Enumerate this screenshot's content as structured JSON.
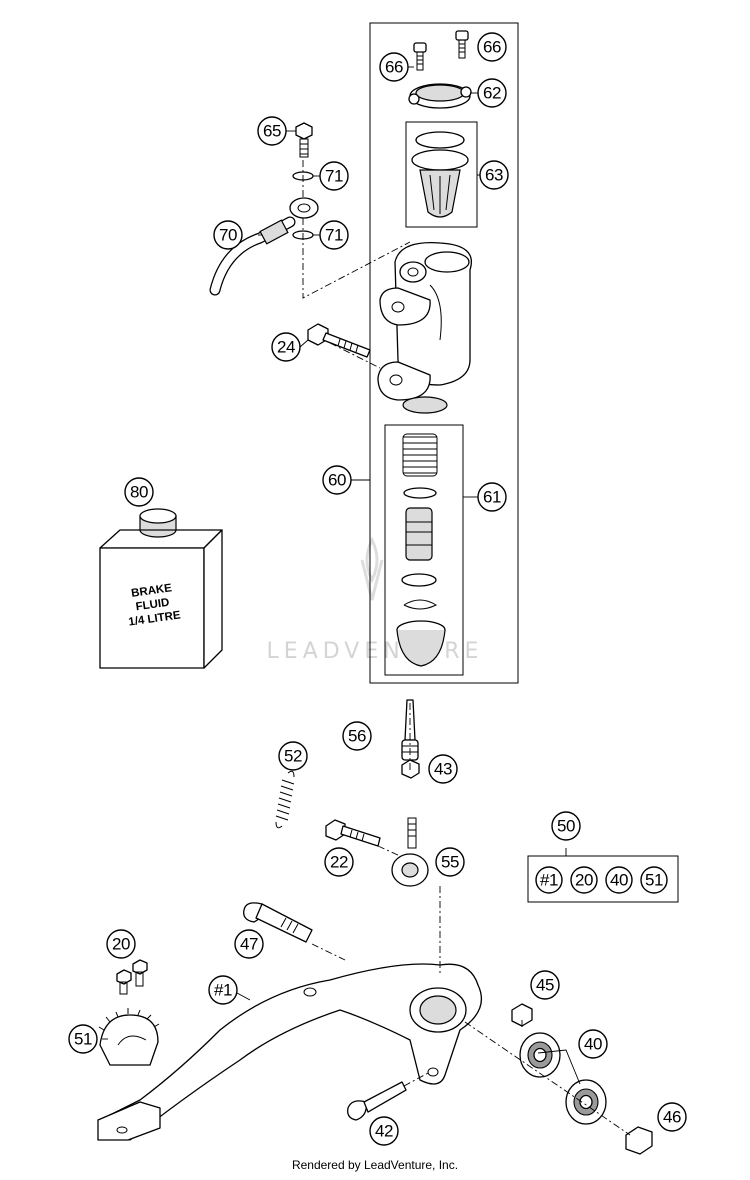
{
  "diagram": {
    "callouts": [
      {
        "id": "c66a",
        "label": "66"
      },
      {
        "id": "c66b",
        "label": "66"
      },
      {
        "id": "c62",
        "label": "62"
      },
      {
        "id": "c65",
        "label": "65"
      },
      {
        "id": "c71a",
        "label": "71"
      },
      {
        "id": "c63",
        "label": "63"
      },
      {
        "id": "c70",
        "label": "70"
      },
      {
        "id": "c71b",
        "label": "71"
      },
      {
        "id": "c24",
        "label": "24"
      },
      {
        "id": "c80",
        "label": "80"
      },
      {
        "id": "c60",
        "label": "60"
      },
      {
        "id": "c61",
        "label": "61"
      },
      {
        "id": "c56",
        "label": "56"
      },
      {
        "id": "c52",
        "label": "52"
      },
      {
        "id": "c43",
        "label": "43"
      },
      {
        "id": "c50",
        "label": "50"
      },
      {
        "id": "c22",
        "label": "22"
      },
      {
        "id": "c55",
        "label": "55"
      },
      {
        "id": "c47",
        "label": "47"
      },
      {
        "id": "c20",
        "label": "20"
      },
      {
        "id": "c1",
        "label": "#1"
      },
      {
        "id": "c45",
        "label": "45"
      },
      {
        "id": "c51",
        "label": "51"
      },
      {
        "id": "c40",
        "label": "40"
      },
      {
        "id": "c42",
        "label": "42"
      },
      {
        "id": "c46",
        "label": "46"
      }
    ],
    "kit_callouts": [
      {
        "id": "k1",
        "label": "#1"
      },
      {
        "id": "k20",
        "label": "20"
      },
      {
        "id": "k40",
        "label": "40"
      },
      {
        "id": "k51",
        "label": "51"
      }
    ],
    "brake_fluid_label": [
      "BRAKE",
      "FLUID",
      "1/4 LITRE"
    ],
    "watermark": "LEADVENTURE",
    "footer": "Rendered by LeadVenture, Inc."
  }
}
